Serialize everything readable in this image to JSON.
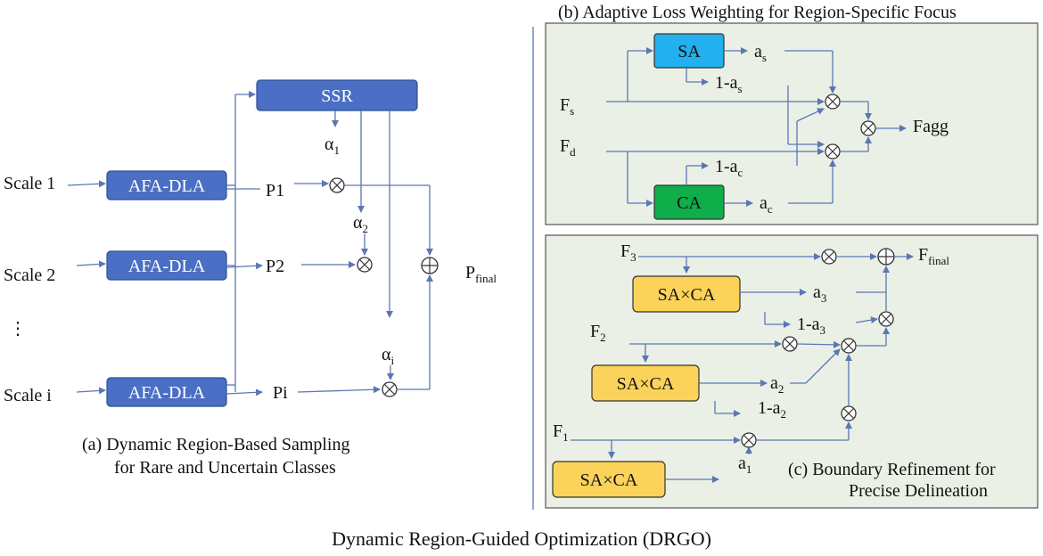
{
  "panel_a": {
    "inputs": [
      "Scale 1",
      "Scale 2",
      "⋮",
      "Scale i"
    ],
    "module": "AFA-DLA",
    "ssr": "SSR",
    "outputs": [
      "P1",
      "P2",
      "Pi"
    ],
    "alpha": [
      "α",
      "1",
      "α",
      "2",
      "α",
      "i"
    ],
    "p_final": [
      "P",
      "final"
    ],
    "caption_line1": "(a) Dynamic Region-Based Sampling",
    "caption_line2": "for Rare and Uncertain Classes"
  },
  "panel_b": {
    "title": "(b) Adaptive Loss Weighting for Region-Specific Focus",
    "sa": "SA",
    "ca": "CA",
    "f_s": [
      "F",
      "s"
    ],
    "f_d": [
      "F",
      "d"
    ],
    "a_s": [
      "a",
      "s"
    ],
    "one_minus_a_s": [
      "1-a",
      "s"
    ],
    "a_c": [
      "a",
      "c"
    ],
    "one_minus_a_c": [
      "1-a",
      "c"
    ],
    "fagg": "Fagg"
  },
  "panel_c": {
    "module": "SA×CA",
    "f3": [
      "F",
      "3"
    ],
    "f2": [
      "F",
      "2"
    ],
    "f1": [
      "F",
      "1"
    ],
    "a3": [
      "a",
      "3"
    ],
    "one_minus_a3": [
      "1-a",
      "3"
    ],
    "a2": [
      "a",
      "2"
    ],
    "one_minus_a2": [
      "1-a",
      "2"
    ],
    "a1": [
      "a",
      "1"
    ],
    "f_final": [
      "F",
      "final"
    ],
    "caption_line1": "(c) Boundary Refinement for",
    "caption_line2": "Precise Delineation"
  },
  "footer": {
    "title": "Dynamic Region-Guided Optimization (DRGO)"
  },
  "colors": {
    "dark_blue": "#4a6fc4",
    "light_blue": "#22b0ee",
    "green": "#0fae4a",
    "yellow": "#fbd35a",
    "panel_bg": "#eaf0e6",
    "line": "#5b77b3"
  }
}
